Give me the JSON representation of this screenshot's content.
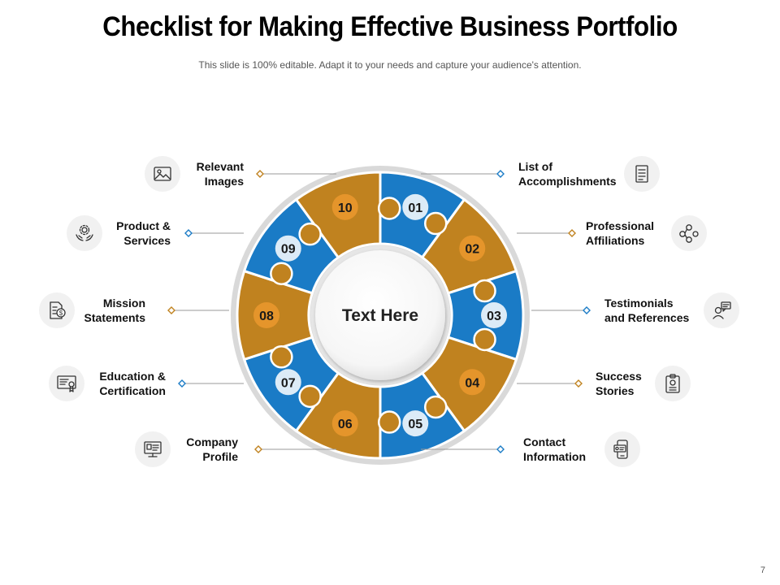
{
  "slide": {
    "title": "Checklist for Making Effective Business Portfolio",
    "subtitle": "This slide is 100% editable. Adapt it to your needs and capture your audience's attention.",
    "center_text": "Text Here",
    "page_number": "7"
  },
  "colors": {
    "blue": "#1a7bc6",
    "gold": "#c0821f",
    "ring": "#d9d9d9"
  },
  "segments": [
    {
      "number": "01",
      "color": "blue"
    },
    {
      "number": "02",
      "color": "gold"
    },
    {
      "number": "03",
      "color": "blue"
    },
    {
      "number": "04",
      "color": "gold"
    },
    {
      "number": "05",
      "color": "blue"
    },
    {
      "number": "06",
      "color": "gold"
    },
    {
      "number": "07",
      "color": "blue"
    },
    {
      "number": "08",
      "color": "gold"
    },
    {
      "number": "09",
      "color": "blue"
    },
    {
      "number": "10",
      "color": "gold"
    }
  ],
  "items": [
    {
      "line1": "List of",
      "line2": "Accomplishments",
      "icon": "document-list-icon"
    },
    {
      "line1": "Professional",
      "line2": "Affiliations",
      "icon": "network-people-icon"
    },
    {
      "line1": "Testimonials",
      "line2": "and References",
      "icon": "person-speech-icon"
    },
    {
      "line1": "Success",
      "line2": "Stories",
      "icon": "clipboard-icon"
    },
    {
      "line1": "Contact",
      "line2": "Information",
      "icon": "phone-contact-icon"
    },
    {
      "line1": "Company",
      "line2": "Profile",
      "icon": "monitor-profile-icon"
    },
    {
      "line1": "Education &",
      "line2": "Certification",
      "icon": "certificate-icon"
    },
    {
      "line1": "Mission",
      "line2": "Statements",
      "icon": "document-dollar-icon"
    },
    {
      "line1": "Product &",
      "line2": "Services",
      "icon": "hand-gear-icon"
    },
    {
      "line1": "Relevant",
      "line2": "Images",
      "icon": "image-icon"
    }
  ]
}
